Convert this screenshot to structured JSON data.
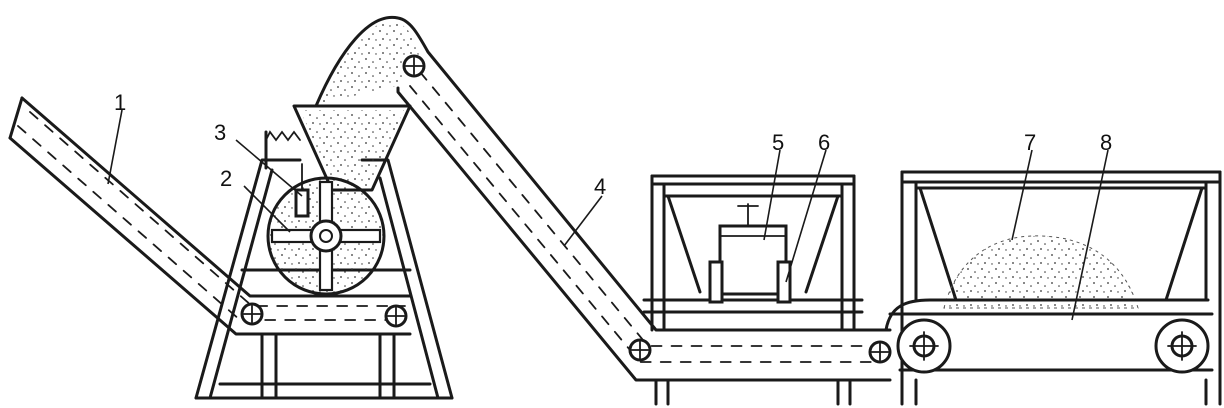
{
  "diagram": {
    "labels": [
      {
        "id": "label-1",
        "text": "1"
      },
      {
        "id": "label-2",
        "text": "2"
      },
      {
        "id": "label-3",
        "text": "3"
      },
      {
        "id": "label-4",
        "text": "4"
      },
      {
        "id": "label-5",
        "text": "5"
      },
      {
        "id": "label-6",
        "text": "6"
      },
      {
        "id": "label-7",
        "text": "7"
      },
      {
        "id": "label-8",
        "text": "8"
      }
    ]
  },
  "colors": {
    "ink": "#1a1a1a",
    "background": "#ffffff"
  }
}
